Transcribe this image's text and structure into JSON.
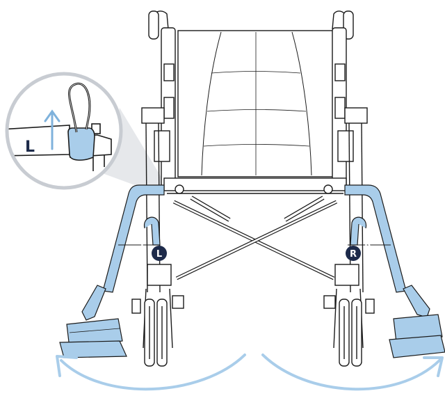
{
  "labels": {
    "zoom_side": "L",
    "left_marker": "L",
    "right_marker": "R",
    "left_badge": "L",
    "right_badge": "R"
  },
  "colors": {
    "line": "#1a1a1a",
    "accent": "#a9cdea",
    "accent_dark": "#7fb2dc",
    "badge": "#1d2a4a",
    "zoom_ring": "#c8ccd2",
    "zoom_cone": "#e6e8eb"
  }
}
